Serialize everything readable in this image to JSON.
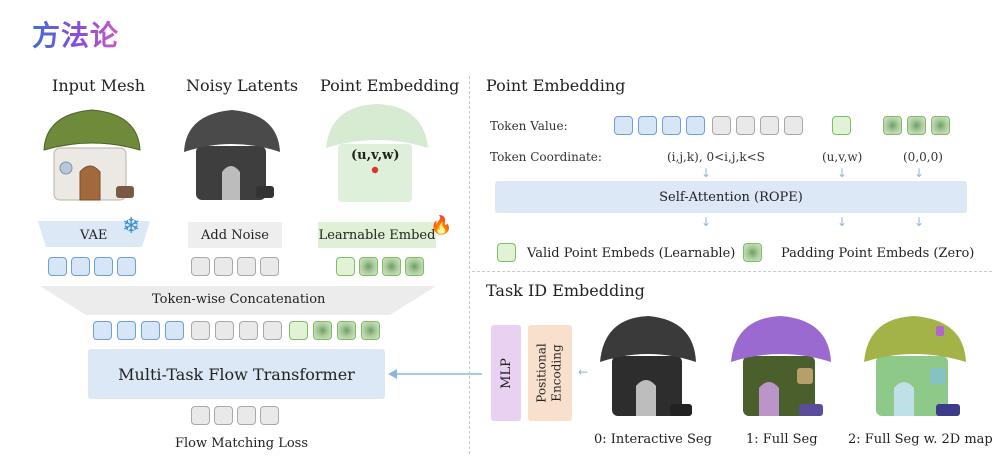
{
  "header": "方法论",
  "left": {
    "col_titles": [
      "Input Mesh",
      "Noisy Latents",
      "Point Embedding"
    ],
    "point_label": "(u,v,w)",
    "vae_label": "VAE",
    "add_noise_label": "Add Noise",
    "learnable_embed_label": "Learnable Embed",
    "concat_label": "Token-wise Concatenation",
    "transformer_label": "Multi-Task Flow Transformer",
    "loss_label": "Flow Matching Loss"
  },
  "point_embedding": {
    "title": "Point Embedding",
    "token_value_label": "Token Value:",
    "token_coord_label": "Token Coordinate:",
    "coord_1": "(i,j,k), 0<i,j,k<S",
    "coord_2": "(u,v,w)",
    "coord_3": "(0,0,0)",
    "attention_label": "Self-Attention (ROPE)",
    "legend_valid": "Valid Point Embeds (Learnable)",
    "legend_padding": "Padding Point Embeds (Zero)"
  },
  "task_id": {
    "title": "Task ID Embedding",
    "mlp_label": "MLP",
    "posenc_label_1": "Positional",
    "posenc_label_2": "Encoding",
    "task_0": "0: Interactive Seg",
    "task_1": "1: Full Seg",
    "task_2": "2: Full Seg w. 2D map"
  },
  "colors": {
    "token_blue": "#d6e6f7",
    "token_gray": "#e9e9e9",
    "token_green": "#e1f2d6",
    "panel_blue": "#dce8f5",
    "mlp_purple": "#e9d2f1",
    "posenc_orange": "#f8e0cc"
  }
}
